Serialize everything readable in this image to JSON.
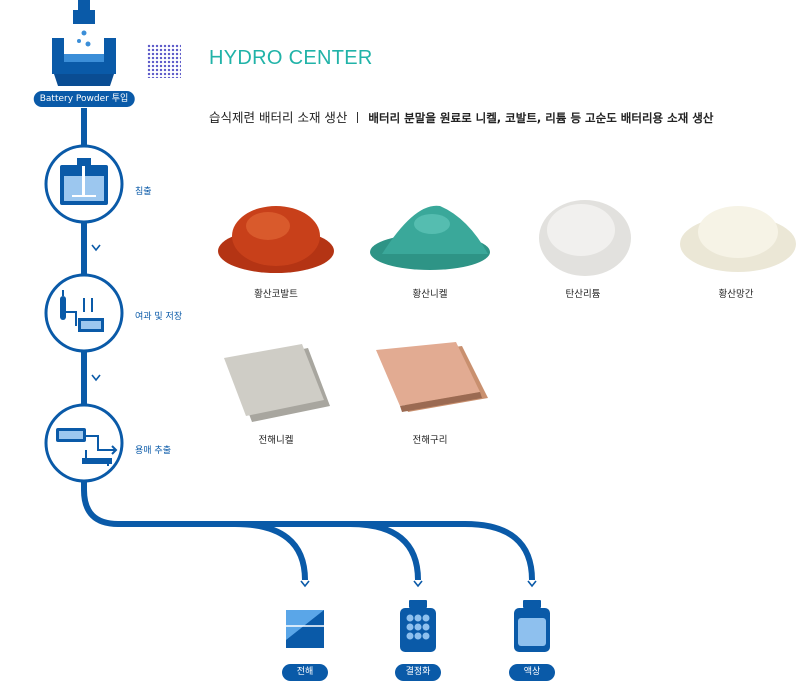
{
  "header": {
    "title": "HYDRO CENTER",
    "subtitle_main": "습식제련 배터리 소재 생산",
    "subtitle_desc": "배터리 분말을 원료로 니켈, 코발트, 리튬 등 고순도 배터리용 소재 생산"
  },
  "process": {
    "input_label": "Battery Powder 투입",
    "steps": [
      {
        "label": "침출",
        "icon": "leaching-tank-icon"
      },
      {
        "label": "여과 및 저장",
        "icon": "filter-storage-icon"
      },
      {
        "label": "용매 추출",
        "icon": "solvent-extraction-icon"
      }
    ],
    "outputs": [
      {
        "label": "전해",
        "icon": "electrolysis-plate-icon"
      },
      {
        "label": "결정화",
        "icon": "crystallization-bottle-icon"
      },
      {
        "label": "액상",
        "icon": "liquid-bottle-icon"
      }
    ]
  },
  "products": [
    {
      "label": "황산코발트",
      "color": "#c8401a"
    },
    {
      "label": "황산니켈",
      "color": "#3aa89a"
    },
    {
      "label": "탄산리튬",
      "color": "#ecebe8"
    },
    {
      "label": "황산망간",
      "color": "#f4f1e4"
    },
    {
      "label": "전해니켈",
      "color": "#c9c7c0"
    },
    {
      "label": "전해구리",
      "color": "#e2ab92"
    }
  ],
  "colors": {
    "flow": "#0a5aa8",
    "accent": "#21b3a8"
  }
}
